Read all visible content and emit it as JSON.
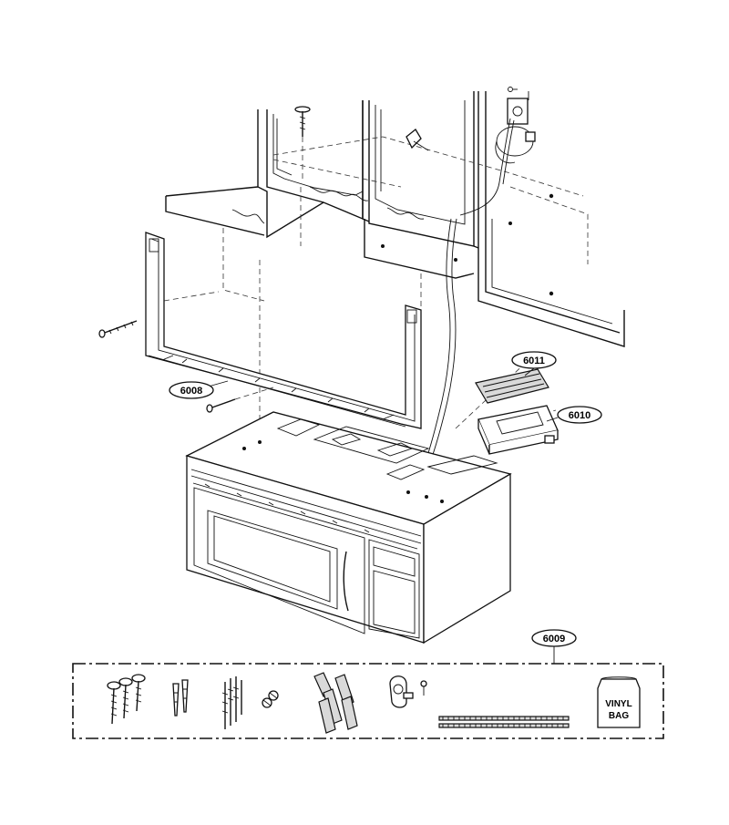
{
  "diagram": {
    "callouts": [
      {
        "id": "mounting-plate",
        "label": "6008"
      },
      {
        "id": "installation-kit",
        "label": "6009"
      },
      {
        "id": "damper-housing",
        "label": "6010"
      },
      {
        "id": "damper-plate",
        "label": "6011"
      }
    ],
    "vinyl_bag": {
      "line1": "VINYL",
      "line2": "BAG"
    }
  }
}
